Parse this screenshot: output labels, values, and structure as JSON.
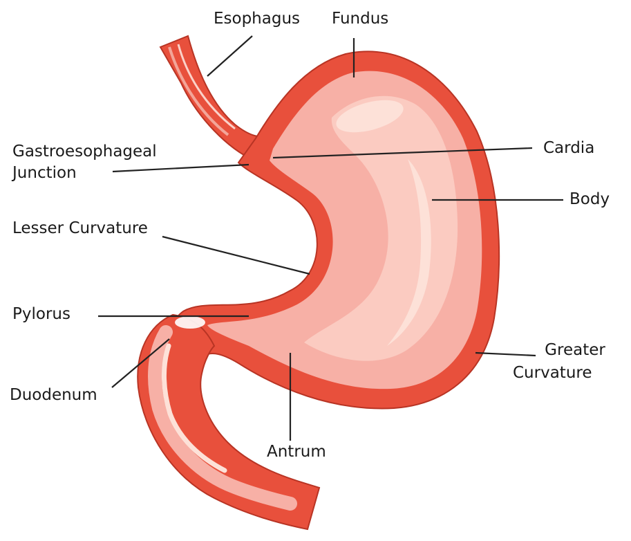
{
  "diagram": {
    "labels": {
      "esophagus": "Esophagus",
      "fundus": "Fundus",
      "ge_junction_line1": "Gastroesophageal",
      "ge_junction_line2": "Junction",
      "cardia": "Cardia",
      "body": "Body",
      "lesser_curvature": "Lesser Curvature",
      "pylorus": "Pylorus",
      "duodenum": "Duodenum",
      "antrum": "Antrum",
      "greater_curvature_line1": "Greater",
      "greater_curvature_line2": "Curvature"
    },
    "colors": {
      "outer_wall": "#e8503c",
      "inner_lining": "#f7b0a6",
      "highlight": "#fde1d8",
      "leader_line": "#222222",
      "background": "#ffffff"
    }
  }
}
